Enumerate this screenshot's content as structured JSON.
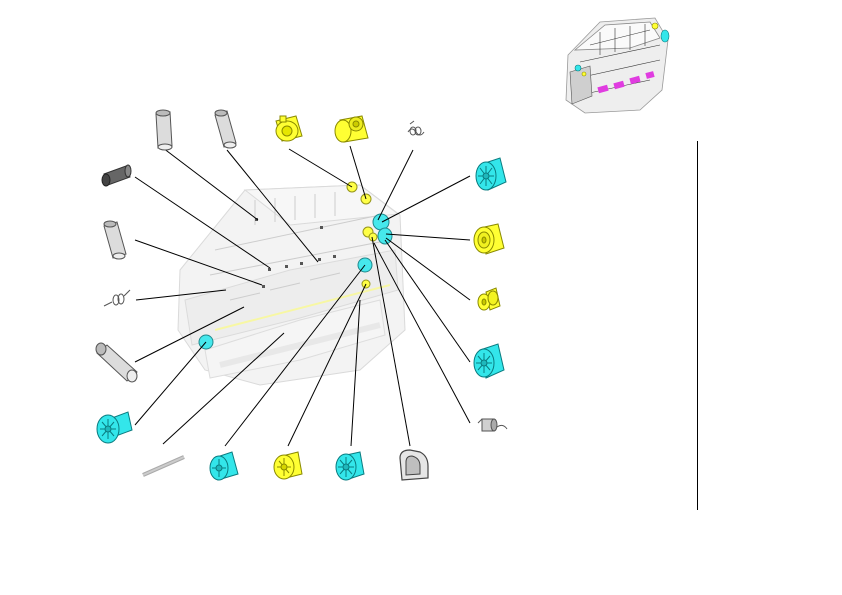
{
  "colors": {
    "yellow": "#ffff33",
    "yellow_edge": "#8a8a00",
    "cyan": "#33e6ea",
    "cyan_edge": "#0a7c80",
    "grey": "#d8d8d8",
    "grey_edge": "#555555",
    "machine_fill": "#f0f0f0",
    "machine_edge": "#d0d0d0",
    "magenta": "#e03ce0",
    "leader": "#000000",
    "divider": "#000000"
  },
  "parts": [
    {
      "id": "part-grey-tube-1",
      "kind": "grey-tube",
      "icon": "tube-icon"
    },
    {
      "id": "part-grey-tube-2",
      "kind": "grey-tube",
      "icon": "tube-icon"
    },
    {
      "id": "part-yellow-gear-1",
      "kind": "yellow-gear",
      "icon": "gear-icon"
    },
    {
      "id": "part-yellow-bushing-1",
      "kind": "yellow-bushing",
      "icon": "bushing-icon"
    },
    {
      "id": "part-spring-1",
      "kind": "spring",
      "icon": "spring-icon"
    },
    {
      "id": "part-grey-tube-3",
      "kind": "grey-tube",
      "icon": "tube-icon"
    },
    {
      "id": "part-grey-tube-4",
      "kind": "grey-tube",
      "icon": "tube-icon"
    },
    {
      "id": "part-spring-2",
      "kind": "spring",
      "icon": "spring-icon"
    },
    {
      "id": "part-grey-tube-5",
      "kind": "grey-tube",
      "icon": "tube-icon"
    },
    {
      "id": "part-cyan-gear-1",
      "kind": "cyan-gear",
      "icon": "gear-icon"
    },
    {
      "id": "part-grey-pin",
      "kind": "pin",
      "icon": "pin-icon"
    },
    {
      "id": "part-cyan-roller-1",
      "kind": "cyan-roller",
      "icon": "roller-icon"
    },
    {
      "id": "part-yellow-gear-2",
      "kind": "yellow-gear",
      "icon": "gear-icon"
    },
    {
      "id": "part-cyan-roller-2",
      "kind": "cyan-roller",
      "icon": "roller-icon"
    },
    {
      "id": "part-grey-bracket",
      "kind": "bracket",
      "icon": "bracket-icon"
    },
    {
      "id": "part-cyan-roller-3",
      "kind": "cyan-roller",
      "icon": "roller-icon"
    },
    {
      "id": "part-yellow-roller",
      "kind": "yellow-roller",
      "icon": "roller-icon"
    },
    {
      "id": "part-yellow-bushing-2",
      "kind": "yellow-bushing",
      "icon": "bushing-icon"
    },
    {
      "id": "part-cyan-roller-4",
      "kind": "cyan-roller",
      "icon": "roller-icon"
    },
    {
      "id": "part-spring-3",
      "kind": "spring",
      "icon": "spring-icon"
    }
  ],
  "thumbnail": {
    "icon": "printer-assembly-icon"
  }
}
